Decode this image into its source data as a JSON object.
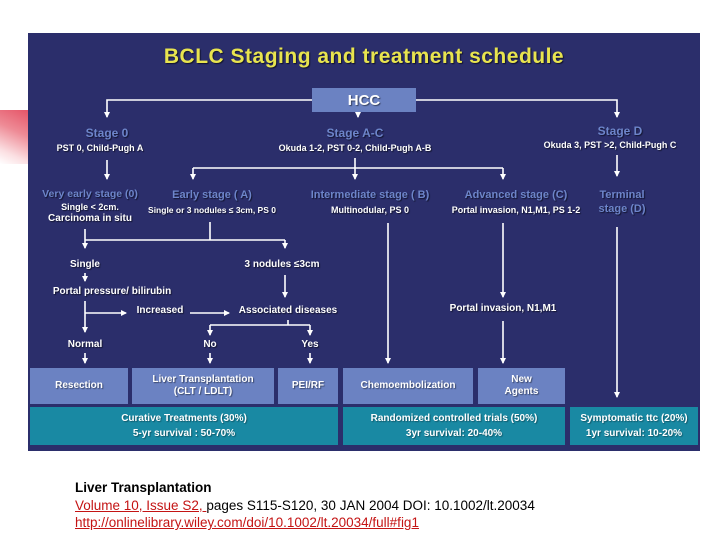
{
  "colors": {
    "slide_bg": "#2b2e6b",
    "box_steel_blue": "#6b82c2",
    "box_teal": "#1989a3",
    "title_yellow": "#e8e44f",
    "stage_label_blue": "#6d85ca",
    "link_red": "#c41414",
    "accent_pink": "#e44f63"
  },
  "slide": {
    "title": "BCLC Staging and treatment schedule",
    "root": "HCC",
    "stage0": {
      "label": "Stage 0",
      "sub": "PST 0, Child-Pugh A"
    },
    "stageAC": {
      "label": "Stage A-C",
      "sub": "Okuda 1-2, PST 0-2, Child-Pugh A-B"
    },
    "stageD": {
      "label": "Stage  D",
      "sub": "Okuda 3, PST >2, Child-Pugh C"
    },
    "veryEarly": {
      "label": "Very early stage (0)",
      "sub1": "Single < 2cm.",
      "sub2": "Carcinoma in situ"
    },
    "early": {
      "label": "Early stage ( A)",
      "sub": "Single or 3 nodules ≤ 3cm, PS 0"
    },
    "intermediate": {
      "label": "Intermediate  stage ( B)",
      "sub": "Multinodular, PS 0"
    },
    "advanced": {
      "label": "Advanced  stage (C)",
      "sub": "Portal invasion, N1,M1, PS 1-2"
    },
    "terminal": {
      "label1": "Terminal",
      "label2": "stage (D)"
    },
    "nodes": {
      "single": "Single",
      "nodules3": "3 nodules ≤3cm",
      "portalPressure": "Portal pressure/ bilirubin",
      "increased": "Increased",
      "associated": "Associated diseases",
      "normal": "Normal",
      "no": "No",
      "yes": "Yes",
      "portalInvasion": "Portal invasion, N1,M1"
    },
    "treatments": [
      {
        "line1": "Resection",
        "line2": ""
      },
      {
        "line1": "Liver Transplantation",
        "line2": "(CLT / LDLT)"
      },
      {
        "line1": "PEI/RF",
        "line2": ""
      },
      {
        "line1": "Chemoembolization",
        "line2": ""
      },
      {
        "line1": "New",
        "line2": "Agents"
      }
    ],
    "outcomes": [
      {
        "line1": "Curative Treatments (30%)",
        "line2": "5-yr survival : 50-70%"
      },
      {
        "line1": "Randomized controlled trials (50%)",
        "line2": "3yr survival: 20-40%"
      },
      {
        "line1": "Symptomatic ttc (20%)",
        "line2": "1yr survival: 10-20%"
      }
    ]
  },
  "citation": {
    "journal": "Liver Transplantation",
    "volume_link": "Volume 10, Issue S2, ",
    "rest": "pages S115-S120, 30 JAN 2004 DOI: 10.1002/lt.20034",
    "url": "http://onlinelibrary.wiley.com/doi/10.1002/lt.20034/full#fig1"
  }
}
